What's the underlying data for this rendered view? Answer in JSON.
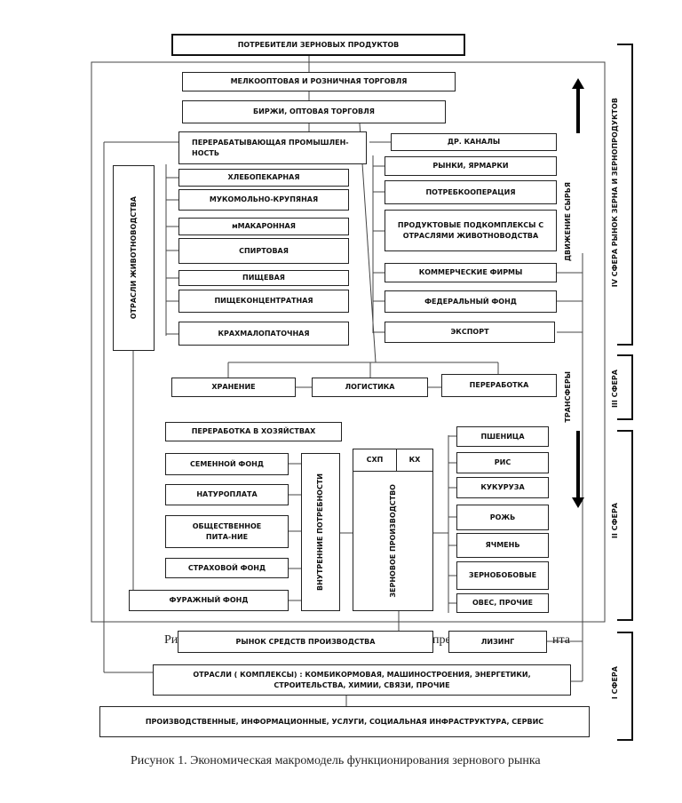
{
  "title": "ПОТРЕБИТЕЛИ ЗЕРНОВЫХ ПРОДУКТОВ",
  "trade": {
    "retail": "МЕЛКООПТОВАЯ И РОЗНИЧНАЯ ТОРГОВЛЯ",
    "wholesale": "БИРЖИ, ОПТОВАЯ ТОРГОВЛЯ"
  },
  "processing": {
    "header": "ПЕРЕРАБАТЫВАЮЩАЯ ПРОМЫШЛЕН-НОСТЬ",
    "items": [
      "ХЛЕБОПЕКАРНАЯ",
      "МУКОМОЛЬНО-КРУПЯНАЯ",
      "мМАКАРОННАЯ",
      "СПИРТОВАЯ",
      "ПИЩЕВАЯ",
      "ПИЩЕКОНЦЕНТРАТНАЯ",
      "КРАХМАЛОПАТОЧНАЯ"
    ]
  },
  "livestock": "ОТРАСЛИ ЖИВОТНОВОДСТВА",
  "channels": [
    "ДР. КАНАЛЫ",
    "РЫНКИ, ЯРМАРКИ",
    "ПОТРЕБКООПЕРАЦИЯ",
    "ПРОДУКТОВЫЕ ПОДКОМПЛЕКСЫ С ОТРАСЛЯМИ ЖИВОТНОВОДСТВА",
    "КОММЕРЧЕСКИЕ ФИРМЫ",
    "ФЕДЕРАЛЬНЫЙ ФОНД",
    "ЭКСПОРТ"
  ],
  "raw_movement": "ДВИЖЕНИЕ СЫРЬЯ",
  "transfers": "ТРАНСФЕРЫ",
  "infrastructure": [
    "ХРАНЕНИЕ",
    "ЛОГИСТИКА",
    "ПЕРЕРАБОТКА"
  ],
  "farm_processing": "ПЕРЕРАБОТКА В ХОЗЯЙСТВАХ",
  "internal": {
    "label": "ВНУТРЕННИЕ ПОТРЕБНОСТИ",
    "items": [
      "СЕМЕННОЙ ФОНД",
      "НАТУРОПЛАТА",
      "ОБЩЕСТВЕННОЕ ПИТА-НИЕ",
      "СТРАХОВОЙ ФОНД",
      "ФУРАЖНЫЙ ФОНД"
    ]
  },
  "production": {
    "label": "ЗЕРНОВОЕ ПРОИЗВОДСТВО",
    "schp": "СХП",
    "kh": "КХ"
  },
  "crops": [
    "ПШЕНИЦА",
    "РИС",
    "КУКУРУЗА",
    "РОЖЬ",
    "ЯЧМЕНЬ",
    "ЗЕРНОБОБОВЫЕ",
    "ОВЕС, ПРОЧИЕ"
  ],
  "means_market": "РЫНОК СРЕДСТВ ПРОИЗВОДСТВА",
  "leasing": "ЛИЗИНГ",
  "industries": "ОТРАСЛИ ( КОМПЛЕКСЫ) : КОМБИКОРМОВАЯ, МАШИНОСТРОЕНИЯ, ЭНЕРГЕТИКИ, СТРОИТЕЛЬСТВА, ХИМИИ, СВЯЗИ, ПРОЧИЕ",
  "services": "ПРОИЗВОДСТВЕННЫЕ, ИНФОРМАЦИОННЫЕ, УСЛУГИ, СОЦИАЛЬНАЯ ИНФРАСТРУКТУРА, СЕРВИС",
  "spheres": {
    "iv": "IV СФЕРА     РЫНОК ЗЕРНА И ЗЕРНОПРОДУКТОВ",
    "iii": "III СФЕРА",
    "ii": "II СФЕРА",
    "i": "I СФЕРА"
  },
  "hidden_caption": {
    "a": "Ри",
    "b": "пре",
    "c": "нта"
  },
  "caption": "Рисунок 1. Экономическая макромодель функционирования зернового рынка"
}
